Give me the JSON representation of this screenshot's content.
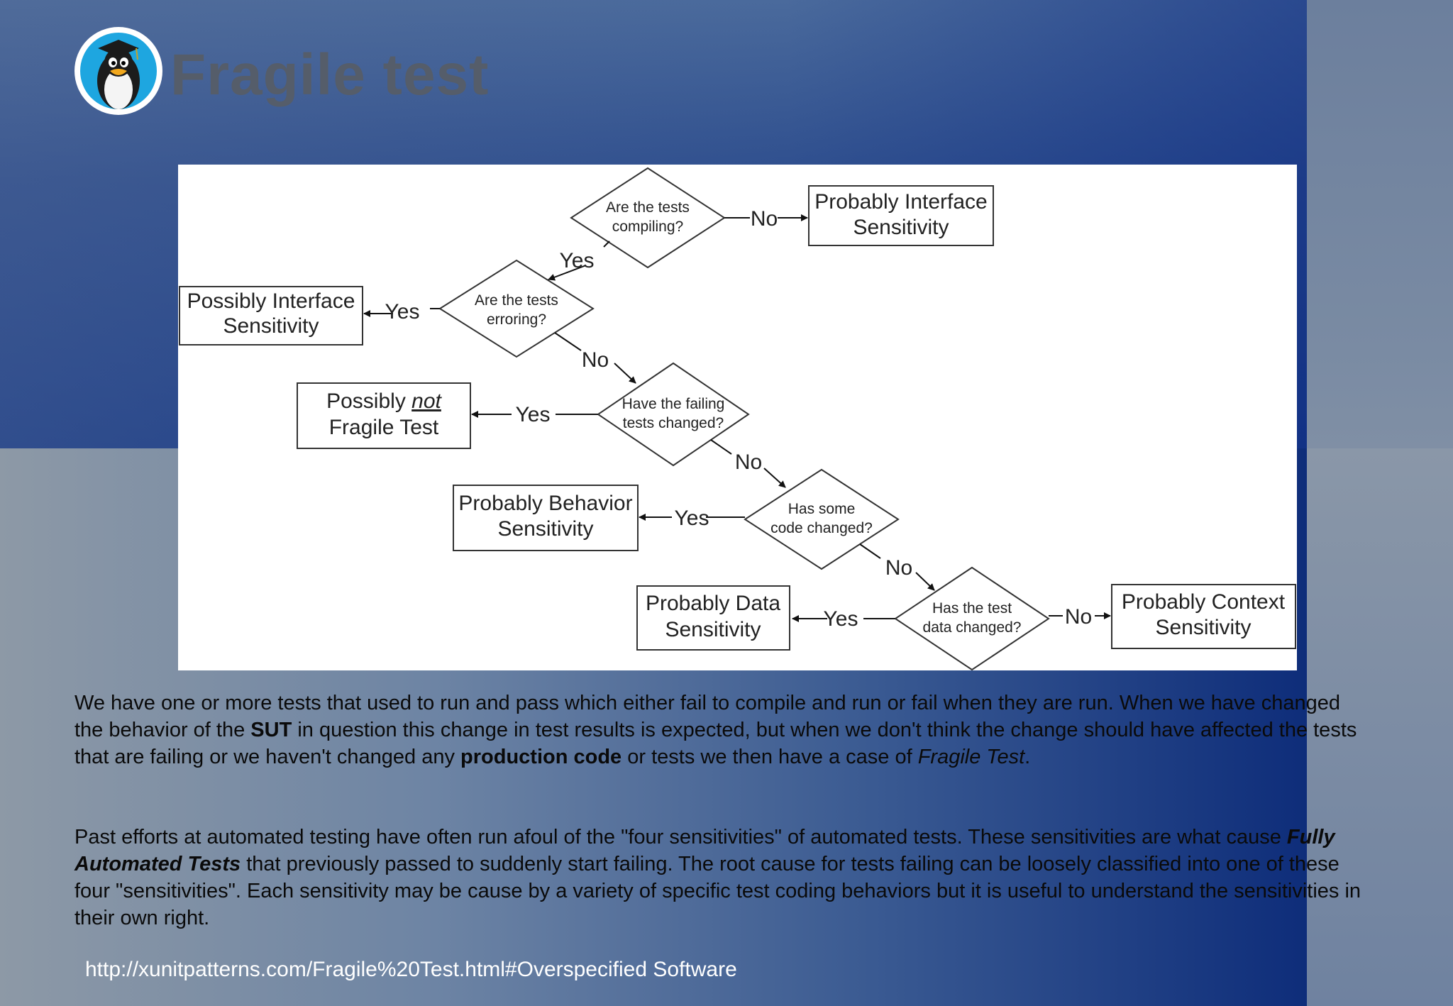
{
  "slide": {
    "title": "Fragile test",
    "logo_icon": "tux-penguin-graduate-icon",
    "url": "http://xunitpatterns.com/Fragile%20Test.html#Overspecified Software"
  },
  "diagram": {
    "questions": {
      "q1": [
        "Are the tests",
        "compiling?"
      ],
      "q2": [
        "Are the tests",
        "erroring?"
      ],
      "q3": [
        "Have the failing",
        "tests changed?"
      ],
      "q4": [
        "Has some",
        "code changed?"
      ],
      "q5": [
        "Has the test",
        "data changed?"
      ]
    },
    "outcomes": {
      "interface_probable": [
        "Probably Interface",
        "Sensitivity"
      ],
      "interface_possible": [
        "Possibly Interface",
        "Sensitivity"
      ],
      "not_fragile": {
        "line1_prefix": "Possibly ",
        "line1_emph": "not",
        "line2": "Fragile Test"
      },
      "behavior": [
        "Probably Behavior",
        "Sensitivity"
      ],
      "data": [
        "Probably Data",
        "Sensitivity"
      ],
      "context": [
        "Probably Context",
        "Sensitivity"
      ]
    },
    "labels": {
      "yes": "Yes",
      "no": "No"
    }
  },
  "paragraph1": {
    "t1": "We have one or more tests that used to run and pass which either fail to compile and run or fail when they are run. When we have changed the behavior of the ",
    "b1": "SUT",
    "t2": " in question this change in test results is expected, but when we don't think the change should have affected the tests that are failing or we haven't changed any ",
    "b2": "production code",
    "t3": " or tests we then have a case of ",
    "i1": "Fragile Test",
    "t4": "."
  },
  "paragraph2": {
    "t1": "Past efforts at automated testing have often run afoul of the \"four sensitivities\" of automated tests. These sensitivities are what cause ",
    "bi1": "Fully Automated Tests",
    "t2": "  that previously passed to suddenly start failing. The root cause for tests failing can be loosely classified into one of these four \"sensitivities\". Each sensitivity may be cause by a variety of specific test coding behaviors but it is useful to understand the sensitivities in their own right."
  }
}
